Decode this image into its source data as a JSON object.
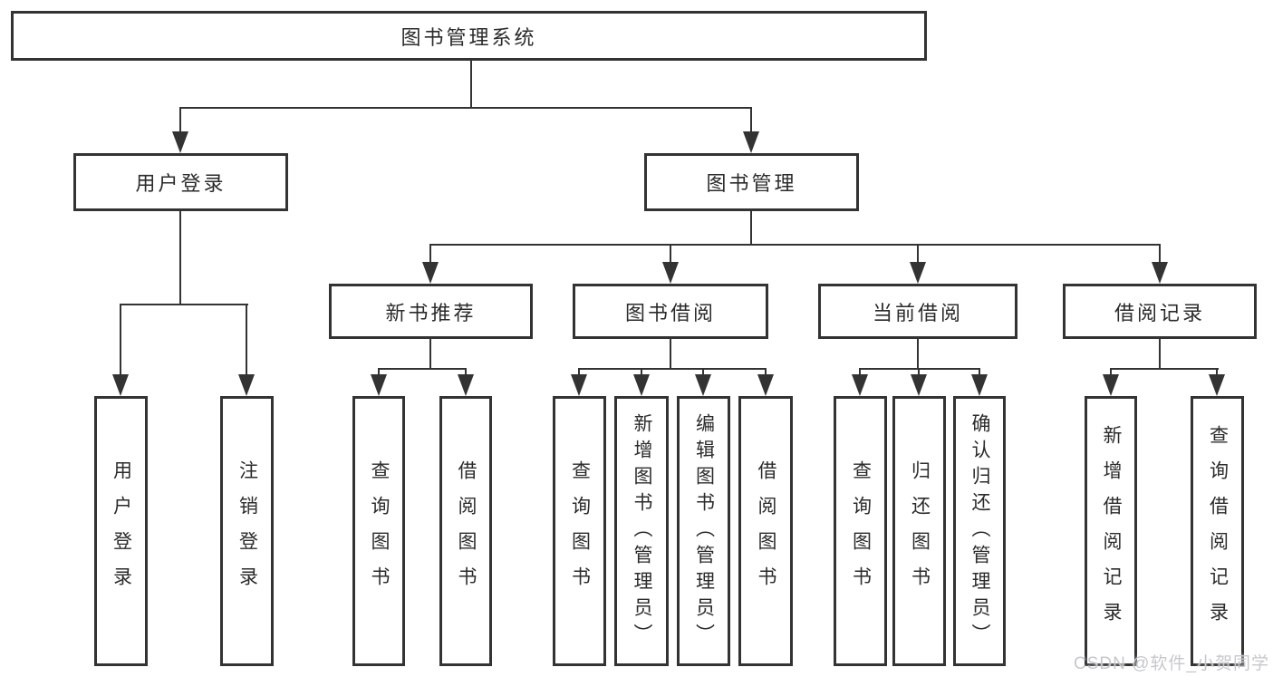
{
  "diagram": {
    "root": {
      "label": "图书管理系统",
      "children": [
        {
          "label": "用户登录",
          "children": [
            {
              "label": "用户登录"
            },
            {
              "label": "注销登录"
            }
          ]
        },
        {
          "label": "图书管理",
          "children": [
            {
              "label": "新书推荐",
              "children": [
                {
                  "label": "查询图书"
                },
                {
                  "label": "借阅图书"
                }
              ]
            },
            {
              "label": "图书借阅",
              "children": [
                {
                  "label": "查询图书"
                },
                {
                  "label": "新增图书（管理员）"
                },
                {
                  "label": "编辑图书（管理员）"
                },
                {
                  "label": "借阅图书"
                }
              ]
            },
            {
              "label": "当前借阅",
              "children": [
                {
                  "label": "查询图书"
                },
                {
                  "label": "归还图书"
                },
                {
                  "label": "确认归还（管理员）"
                }
              ]
            },
            {
              "label": "借阅记录",
              "children": [
                {
                  "label": "新增借阅记录"
                },
                {
                  "label": "查询借阅记录"
                }
              ]
            }
          ]
        }
      ]
    }
  },
  "watermark": {
    "text": "CSDN @软件_小贺同学"
  },
  "colors": {
    "line": "#333333",
    "box_border": "#333333",
    "text": "#2b2b2b",
    "background": "#ffffff",
    "watermark": "#c6c8cb"
  }
}
